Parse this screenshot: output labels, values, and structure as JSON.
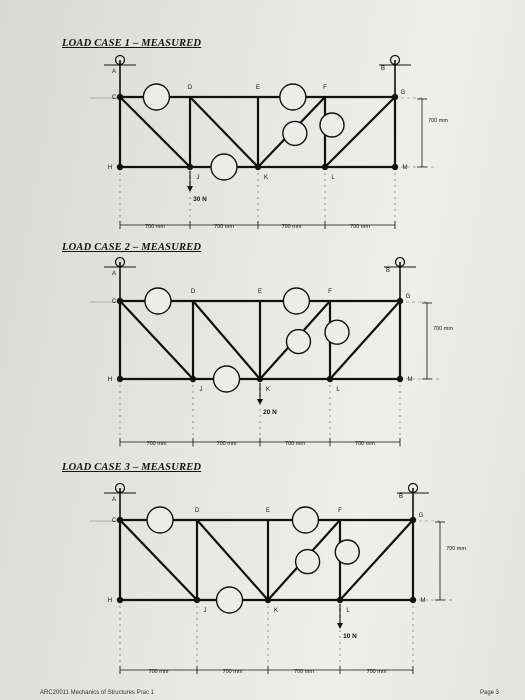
{
  "cases": [
    {
      "title": "LOAD CASE 1 – MEASURED",
      "load": "30 N",
      "load_node": "J",
      "node_labels": {
        "A": "A",
        "B": "B",
        "C": "C",
        "D": "D",
        "E": "E",
        "F": "F",
        "G": "G",
        "H": "H",
        "J": "J",
        "K": "K",
        "L": "L",
        "M": "M"
      },
      "height_dim": "700 mm",
      "spans": [
        "700 mm",
        "700 mm",
        "700 mm",
        "700 mm"
      ]
    },
    {
      "title": "LOAD CASE 2 – MEASURED",
      "load": "20 N",
      "load_node": "K",
      "node_labels": {
        "A": "A",
        "B": "B",
        "C": "C",
        "D": "D",
        "E": "E",
        "F": "F",
        "G": "G",
        "H": "H",
        "J": "J",
        "K": "K",
        "L": "L",
        "M": "M"
      },
      "height_dim": "700 mm",
      "spans": [
        "700 mm",
        "700 mm",
        "700 mm",
        "700 mm"
      ]
    },
    {
      "title": "LOAD CASE 3 – MEASURED",
      "load": "10 N",
      "load_node": "L",
      "node_labels": {
        "A": "A",
        "B": "B",
        "C": "C",
        "D": "D",
        "E": "E",
        "F": "F",
        "G": "G",
        "H": "H",
        "J": "J",
        "K": "K",
        "L": "L",
        "M": "M"
      },
      "height_dim": "700 mm",
      "spans": [
        "700 mm",
        "700 mm",
        "700 mm",
        "700 mm"
      ]
    }
  ],
  "footer": {
    "left": "ARC20011 Mechanics of Structures Prac 1",
    "right": "Page 3"
  }
}
